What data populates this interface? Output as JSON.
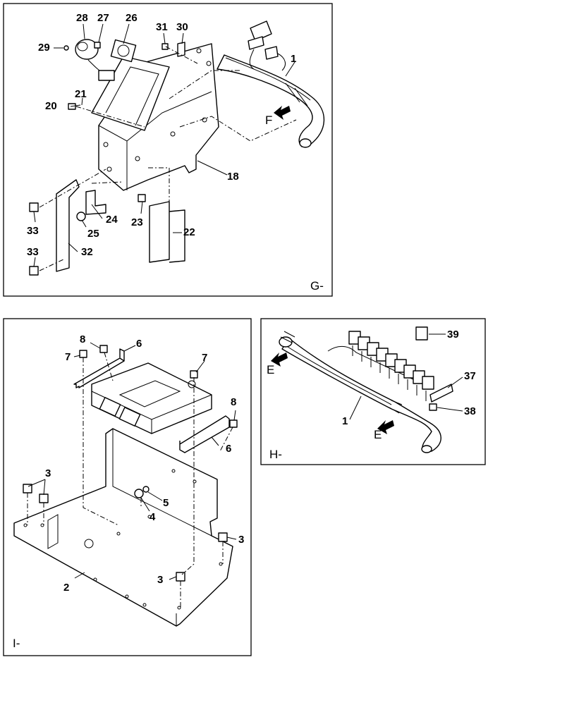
{
  "panels": {
    "g": {
      "code": "G-",
      "parts": [
        {
          "n": "1",
          "name": "callout-1"
        },
        {
          "n": "18",
          "name": "callout-18"
        },
        {
          "n": "20",
          "name": "callout-20"
        },
        {
          "n": "21",
          "name": "callout-21"
        },
        {
          "n": "22",
          "name": "callout-22"
        },
        {
          "n": "23",
          "name": "callout-23"
        },
        {
          "n": "24",
          "name": "callout-24"
        },
        {
          "n": "25",
          "name": "callout-25"
        },
        {
          "n": "26",
          "name": "callout-26"
        },
        {
          "n": "27",
          "name": "callout-27"
        },
        {
          "n": "28",
          "name": "callout-28"
        },
        {
          "n": "29",
          "name": "callout-29"
        },
        {
          "n": "30",
          "name": "callout-30"
        },
        {
          "n": "31",
          "name": "callout-31"
        },
        {
          "n": "32",
          "name": "callout-32"
        },
        {
          "n": "33",
          "name": "callout-33a"
        },
        {
          "n": "33",
          "name": "callout-33b"
        }
      ],
      "view_letter": "F"
    },
    "i": {
      "code": "I-",
      "parts": [
        {
          "n": "2",
          "name": "callout-2"
        },
        {
          "n": "3",
          "name": "callout-3a"
        },
        {
          "n": "3",
          "name": "callout-3b"
        },
        {
          "n": "3",
          "name": "callout-3c"
        },
        {
          "n": "4",
          "name": "callout-4"
        },
        {
          "n": "5",
          "name": "callout-5"
        },
        {
          "n": "6",
          "name": "callout-6a"
        },
        {
          "n": "6",
          "name": "callout-6b"
        },
        {
          "n": "7",
          "name": "callout-7a"
        },
        {
          "n": "7",
          "name": "callout-7b"
        },
        {
          "n": "8",
          "name": "callout-8a"
        },
        {
          "n": "8",
          "name": "callout-8b"
        }
      ]
    },
    "h": {
      "code": "H-",
      "parts": [
        {
          "n": "1",
          "name": "callout-1"
        },
        {
          "n": "37",
          "name": "callout-37"
        },
        {
          "n": "38",
          "name": "callout-38"
        },
        {
          "n": "39",
          "name": "callout-39"
        }
      ],
      "view_letter_top": "E",
      "view_letter_bottom": "E"
    }
  }
}
